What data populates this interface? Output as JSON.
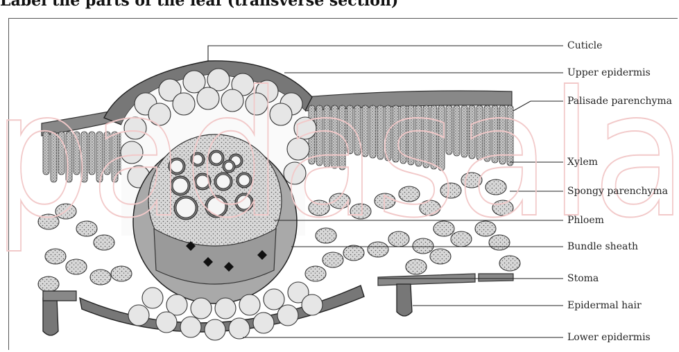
{
  "heading": "Label the parts of the leaf (transverse section)",
  "labels": [
    "Cuticle",
    "Upper epidermis",
    "Palisade parenchyma",
    "Xylem",
    "Spongy parenchyma",
    "Phloem",
    "Bundle sheath",
    "Stoma",
    "Epidermal hair",
    "Lower epidermis"
  ],
  "watermark": "padasala",
  "colors": {
    "cell_fill": "#e6e6e6",
    "cell_stroke": "#333333",
    "dark_cell": "#8c8c8c",
    "watermark_stroke": "#f2c9c9"
  }
}
